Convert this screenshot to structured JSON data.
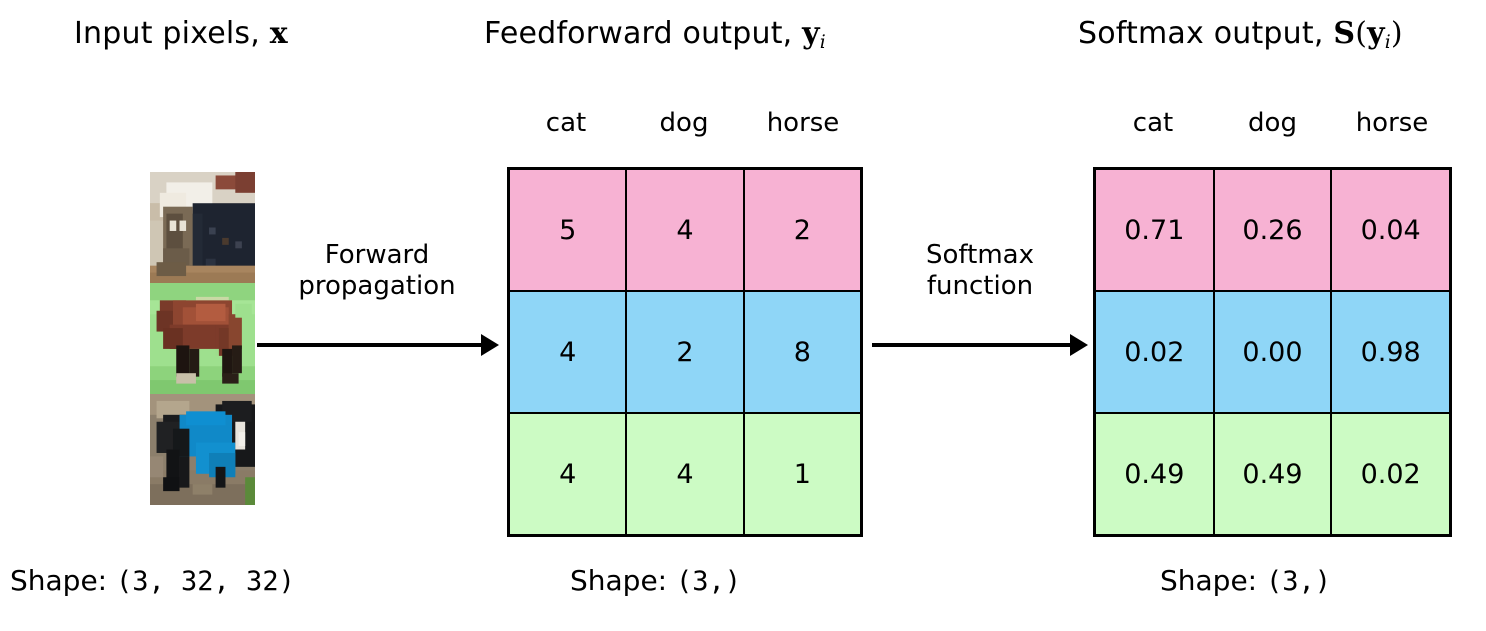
{
  "columns": {
    "input": {
      "title_text": "Input pixels, ",
      "title_symbol": "x",
      "shape_label": "Shape: ",
      "shape_value": "(3, 32, 32)"
    },
    "feedforward": {
      "title_text": "Feedforward output, ",
      "title_symbol": "y",
      "title_subscript": "i",
      "shape_label": "Shape: ",
      "shape_value": "(3,)"
    },
    "softmax": {
      "title_text": "Softmax output, ",
      "title_symbol_s": "S",
      "title_paren_open": "(",
      "title_symbol_y": "y",
      "title_subscript": "i",
      "title_paren_close": ")",
      "shape_label": "Shape: ",
      "shape_value": "(3,)"
    }
  },
  "class_labels": [
    "cat",
    "dog",
    "horse"
  ],
  "arrows": {
    "forward": {
      "line1": "Forward",
      "line2": "propagation"
    },
    "softmax": {
      "line1": "Softmax",
      "line2": "function"
    }
  },
  "thumbnails": [
    {
      "name": "cat-thumbnail",
      "alt": "cat"
    },
    {
      "name": "horse-thumbnail",
      "alt": "brown horse on grass"
    },
    {
      "name": "blanketed-horse-thumbnail",
      "alt": "dark horse wearing blue blanket"
    }
  ],
  "chart_data": {
    "type": "table",
    "title": "Softmax transformation of feedforward logits",
    "categories": [
      "cat",
      "dog",
      "horse"
    ],
    "row_colors": [
      "#f7b2d3",
      "#8fd6f7",
      "#ccfbc4"
    ],
    "tables": [
      {
        "name": "feedforward-output",
        "caption": "Feedforward output, y_i",
        "shape": "(3,)",
        "columns": [
          "cat",
          "dog",
          "horse"
        ],
        "rows": [
          {
            "label": "cat-image",
            "values": [
              "5",
              "4",
              "2"
            ]
          },
          {
            "label": "horse-image",
            "values": [
              "4",
              "2",
              "8"
            ]
          },
          {
            "label": "blanketed-horse-image",
            "values": [
              "4",
              "4",
              "1"
            ]
          }
        ]
      },
      {
        "name": "softmax-output",
        "caption": "Softmax output, S(y_i)",
        "shape": "(3,)",
        "columns": [
          "cat",
          "dog",
          "horse"
        ],
        "rows": [
          {
            "label": "cat-image",
            "values": [
              "0.71",
              "0.26",
              "0.04"
            ]
          },
          {
            "label": "horse-image",
            "values": [
              "0.02",
              "0.00",
              "0.98"
            ]
          },
          {
            "label": "blanketed-horse-image",
            "values": [
              "0.49",
              "0.49",
              "0.02"
            ]
          }
        ]
      }
    ]
  },
  "colors": {
    "row_pink": "#f7b2d3",
    "row_blue": "#8fd6f7",
    "row_green": "#ccfbc4",
    "border": "#000000",
    "background": "#ffffff"
  }
}
